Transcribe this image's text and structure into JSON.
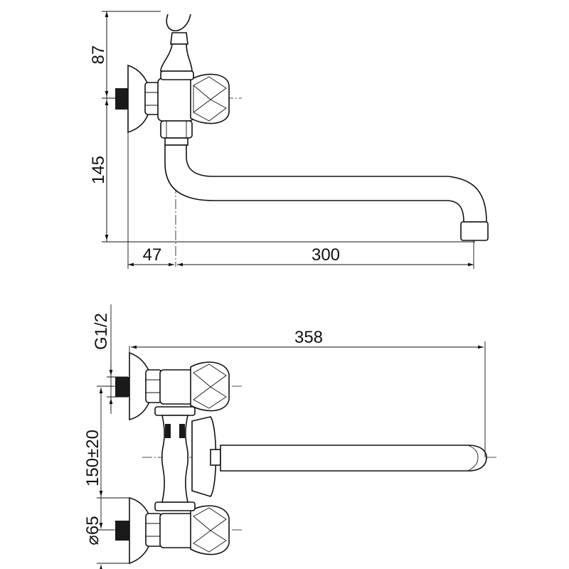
{
  "dimensions": {
    "top_height_upper": "87",
    "top_height_lower": "145",
    "top_wall_offset": "47",
    "top_spout_reach": "300",
    "bottom_total_reach": "358",
    "bottom_thread": "G1/2",
    "bottom_center_distance": "150±20",
    "bottom_flange_diameter": "⌀65"
  }
}
